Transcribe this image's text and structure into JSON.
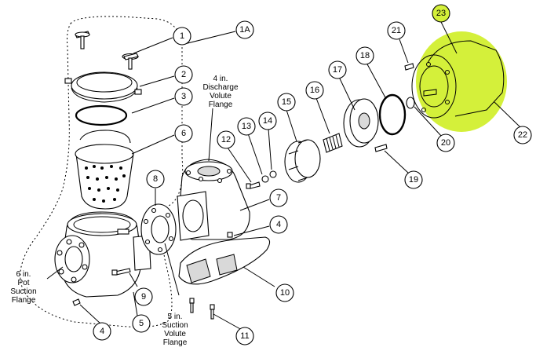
{
  "highlight_color": "#d4f03a",
  "callouts": [
    {
      "id": "c1",
      "text": "1"
    },
    {
      "id": "c1a",
      "text": "1A"
    },
    {
      "id": "c2",
      "text": "2"
    },
    {
      "id": "c3",
      "text": "3"
    },
    {
      "id": "c4a",
      "text": "4"
    },
    {
      "id": "c4b",
      "text": "4"
    },
    {
      "id": "c5",
      "text": "5"
    },
    {
      "id": "c6",
      "text": "6"
    },
    {
      "id": "c7",
      "text": "7"
    },
    {
      "id": "c8",
      "text": "8"
    },
    {
      "id": "c9",
      "text": "9"
    },
    {
      "id": "c10",
      "text": "10"
    },
    {
      "id": "c11",
      "text": "11"
    },
    {
      "id": "c12",
      "text": "12"
    },
    {
      "id": "c13",
      "text": "13"
    },
    {
      "id": "c14",
      "text": "14"
    },
    {
      "id": "c15",
      "text": "15"
    },
    {
      "id": "c16",
      "text": "16"
    },
    {
      "id": "c17",
      "text": "17"
    },
    {
      "id": "c18",
      "text": "18"
    },
    {
      "id": "c19",
      "text": "19"
    },
    {
      "id": "c20",
      "text": "20"
    },
    {
      "id": "c21",
      "text": "21"
    },
    {
      "id": "c22",
      "text": "22"
    },
    {
      "id": "c23",
      "text": "23"
    }
  ],
  "annotations": {
    "discharge_flange": "4 in.\nDischarge\nVolute\nFlange",
    "pot_suction_flange": "6 in.\nPot\nSuction\nFlange",
    "volute_suction_flange": "5 in.\nSuction\nVolute\nFlange"
  }
}
